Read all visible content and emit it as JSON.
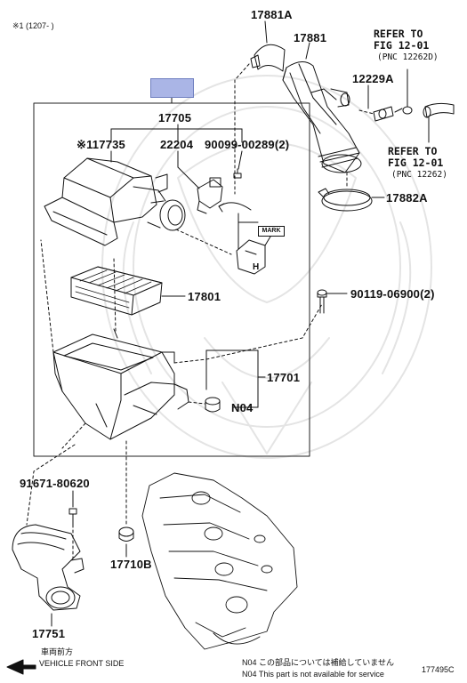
{
  "header_note": "※1 (1207-      )",
  "parts": {
    "p17881A": "17881A",
    "p17881": "17881",
    "p12229A": "12229A",
    "p17705": "17705",
    "p17735": "※117735",
    "p22204": "22204",
    "p90099": "90099-00289(2)",
    "p17882A": "17882A",
    "p17801": "17801",
    "p90119": "90119-06900(2)",
    "p17701": "17701",
    "pN04": "N04",
    "p91671": "91671-80620",
    "p17710B": "17710B",
    "p17751": "17751"
  },
  "refs": {
    "ref1_line1": "REFER TO",
    "ref1_line2": "FIG 12-01",
    "ref1_sub": "(PNC 12262D)",
    "ref2_line1": "REFER TO",
    "ref2_line2": "FIG 12-01",
    "ref2_sub": "(PNC 12262)"
  },
  "mark_label": "MARK",
  "mark_letter": "H",
  "vehicle_front_jp": "車両前方",
  "vehicle_front_en": "VEHICLE FRONT SIDE",
  "footnote_jp": "N04  この部品については補給していません",
  "footnote_en": "N04  This part is not available for service",
  "figure_code": "177495C",
  "colors": {
    "assembly_box": "#aab5e6",
    "line": "#111111",
    "watermark": "#e6e6e6"
  }
}
